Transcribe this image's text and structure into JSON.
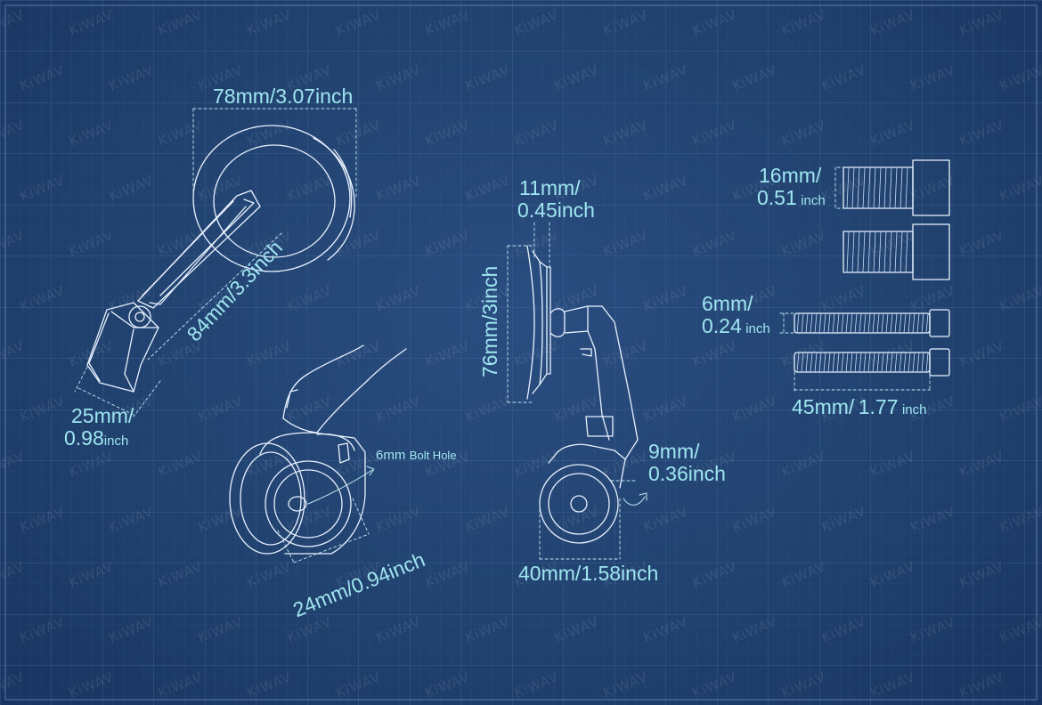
{
  "colors": {
    "background": "#21426f",
    "grid": "#3a5d8f",
    "dimension_text": "#9fe6f0",
    "line": "#e8f2ff"
  },
  "watermark": "KiWAV",
  "dimensions": {
    "mirror_width": {
      "mm": "78mm",
      "sep": "/",
      "inch": "3.07inch"
    },
    "arm_length": {
      "mm": "84mm",
      "sep": "/",
      "inch": "3.3inch"
    },
    "clamp_width": {
      "mm": "25mm",
      "sep": "/",
      "inch1": "0.98",
      "inch2": "inch"
    },
    "bolt_hole": {
      "mm": "6mm",
      "text": "Bolt Hole"
    },
    "clamp_diameter": {
      "mm": "24mm",
      "sep": "/",
      "inch": "0.94inch"
    },
    "mirror_thickness": {
      "mm": "11mm",
      "sep": "/",
      "inch": "0.45inch"
    },
    "mirror_height": {
      "mm": "76mm",
      "sep": "/",
      "inch": "3inch"
    },
    "clamp_side": {
      "mm": "9mm",
      "sep": "/",
      "inch": "0.36inch"
    },
    "base_width": {
      "mm": "40mm",
      "sep": "/",
      "inch": "1.58inch"
    },
    "bolt_head": {
      "mm": "16mm",
      "sep": "/",
      "inch1": "0.51",
      "inch2": "inch"
    },
    "bolt_diameter": {
      "mm": "6mm",
      "sep": "/",
      "inch1": "0.24",
      "inch2": "inch"
    },
    "bolt_length": {
      "mm": "45mm",
      "sep": "/",
      "inch1": "1.77",
      "inch2": "inch"
    }
  }
}
